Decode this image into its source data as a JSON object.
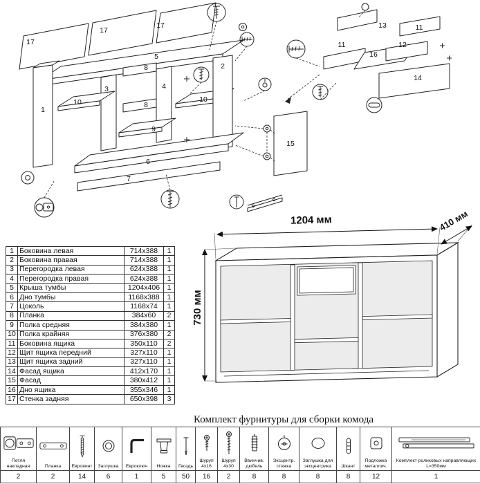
{
  "colors": {
    "line": "#222222",
    "background": "#ffffff"
  },
  "diagram": {
    "labels": {
      "n1": "1",
      "n2": "2",
      "n3": "3",
      "n4": "4",
      "n5": "5",
      "n6": "6",
      "n7": "7",
      "n8": "8",
      "n9": "9",
      "n10": "10",
      "n11": "11",
      "n12": "12",
      "n13": "13",
      "n14": "14",
      "n15": "15",
      "n16": "16",
      "n17": "17"
    }
  },
  "dimensions": {
    "width": "1204 мм",
    "depth": "410 мм",
    "height": "730 мм"
  },
  "parts_table": {
    "rows": [
      {
        "num": "1",
        "name": "Боковина левая",
        "size": "714x388",
        "qty": "1"
      },
      {
        "num": "2",
        "name": "Боковина правая",
        "size": "714x388",
        "qty": "1"
      },
      {
        "num": "3",
        "name": "Перегородка левая",
        "size": "624x388",
        "qty": "1"
      },
      {
        "num": "4",
        "name": "Перегородка правая",
        "size": "624x388",
        "qty": "1"
      },
      {
        "num": "5",
        "name": "Крыша тумбы",
        "size": "1204x406",
        "qty": "1"
      },
      {
        "num": "6",
        "name": "Дно тумбы",
        "size": "1168x388",
        "qty": "1"
      },
      {
        "num": "7",
        "name": "Цоколь",
        "size": "1168x74",
        "qty": "1"
      },
      {
        "num": "8",
        "name": "Планка",
        "size": "384x60",
        "qty": "2"
      },
      {
        "num": "9",
        "name": "Полка средняя",
        "size": "384x380",
        "qty": "1"
      },
      {
        "num": "10",
        "name": "Полка крайняя",
        "size": "376x380",
        "qty": "2"
      },
      {
        "num": "11",
        "name": "Боковина ящика",
        "size": "350x110",
        "qty": "2"
      },
      {
        "num": "12",
        "name": "Щит ящика передний",
        "size": "327x110",
        "qty": "1"
      },
      {
        "num": "13",
        "name": "Щит ящика задний",
        "size": "327x110",
        "qty": "1"
      },
      {
        "num": "14",
        "name": "Фасад ящика",
        "size": "412x170",
        "qty": "1"
      },
      {
        "num": "15",
        "name": "Фасад",
        "size": "380x412",
        "qty": "1"
      },
      {
        "num": "16",
        "name": "Дно ящика",
        "size": "355x346",
        "qty": "1"
      },
      {
        "num": "17",
        "name": "Стенка задняя",
        "size": "650x398",
        "qty": "3"
      }
    ]
  },
  "hardware": {
    "title": "Комплект фурнитуры для сборки комода",
    "items": [
      {
        "label": "Петля накладная",
        "qty": "2",
        "icon": "hinge-icon"
      },
      {
        "label": "Планка",
        "qty": "2",
        "icon": "plate-icon"
      },
      {
        "label": "Евровинт",
        "qty": "14",
        "icon": "euroscrew-icon"
      },
      {
        "label": "Заглушка",
        "qty": "6",
        "icon": "cap-icon"
      },
      {
        "label": "Евроключ",
        "qty": "1",
        "icon": "hex-key-icon"
      },
      {
        "label": "Ножка",
        "qty": "5",
        "icon": "leg-icon"
      },
      {
        "label": "Гвоздь",
        "qty": "50",
        "icon": "nail-icon"
      },
      {
        "label": "Шуруп 4x16",
        "qty": "16",
        "icon": "screw-short-icon"
      },
      {
        "label": "Шуруп 4x30",
        "qty": "2",
        "icon": "screw-long-icon"
      },
      {
        "label": "Ввинчив. дюбель",
        "qty": "8",
        "icon": "dowel-screw-icon"
      },
      {
        "label": "Эксцентр. стяжка",
        "qty": "8",
        "icon": "cam-lock-icon"
      },
      {
        "label": "Заглушка для эксцентрика",
        "qty": "8",
        "icon": "cam-cap-icon"
      },
      {
        "label": "Шкант",
        "qty": "8",
        "icon": "wood-dowel-icon"
      },
      {
        "label": "Подложка металлич.",
        "qty": "12",
        "icon": "metal-washer-icon"
      },
      {
        "label": "Комплект роликовых направляющих L=350мм",
        "qty": "1",
        "icon": "roller-rail-icon"
      }
    ]
  }
}
